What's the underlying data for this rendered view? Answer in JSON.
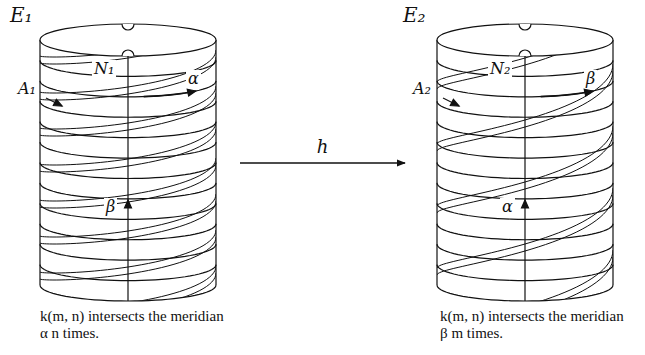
{
  "diagram": {
    "nodes": [
      {
        "text": [
          "E₁"
        ]
      },
      {
        "text": [
          "E₂"
        ]
      }
    ],
    "edges": [
      {
        "from": 0,
        "to": 1,
        "label": "h",
        "arrow": "to"
      }
    ],
    "labels": [
      "N₁",
      "A₁",
      "α",
      "β",
      "N₂",
      "A₂",
      "β",
      "α",
      "k(m, n) intersects the meridian α n times.",
      "k(m, n) intersects the meridian β m times."
    ]
  }
}
